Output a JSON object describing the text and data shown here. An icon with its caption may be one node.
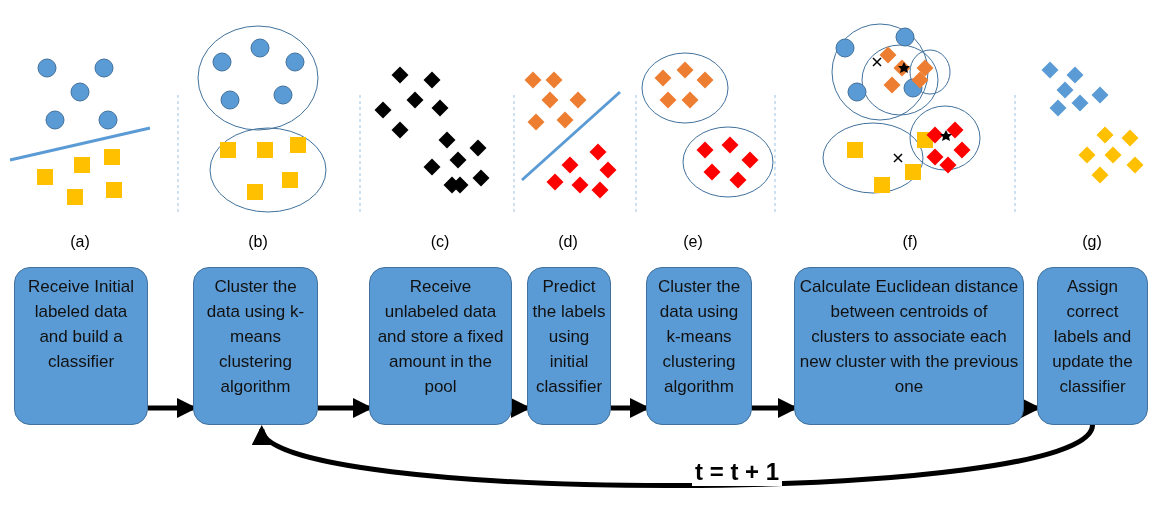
{
  "diagram": {
    "nodes": [
      {
        "text": [
          "Receive Initial labeled data and build a classifier"
        ]
      },
      {
        "text": [
          "Cluster the data using k-means clustering algorithm"
        ]
      },
      {
        "text": [
          "Receive unlabeled data and store a fixed amount in the pool"
        ]
      },
      {
        "text": [
          "Predict the labels using initial classifier"
        ]
      },
      {
        "text": [
          "Cluster the data using k-means clustering algorithm"
        ]
      },
      {
        "text": [
          "Calculate Euclidean distance between centroids of clusters to associate each new cluster with the previous one"
        ]
      },
      {
        "text": [
          "Assign correct labels and update the classifier"
        ]
      }
    ],
    "edges": [
      {
        "from": 0,
        "to": 1,
        "arrow": "to"
      },
      {
        "from": 1,
        "to": 2,
        "arrow": "to"
      },
      {
        "from": 2,
        "to": 3,
        "arrow": "to"
      },
      {
        "from": 3,
        "to": 4,
        "arrow": "to"
      },
      {
        "from": 4,
        "to": 5,
        "arrow": "to"
      },
      {
        "from": 5,
        "to": 6,
        "arrow": "to"
      },
      {
        "from": 6,
        "to": 1,
        "arrow": "to",
        "label": "t = t + 1"
      }
    ],
    "labels": [
      "(a)",
      "(b)",
      "(c)",
      "(d)",
      "(e)",
      "(f)",
      "(g)"
    ]
  }
}
